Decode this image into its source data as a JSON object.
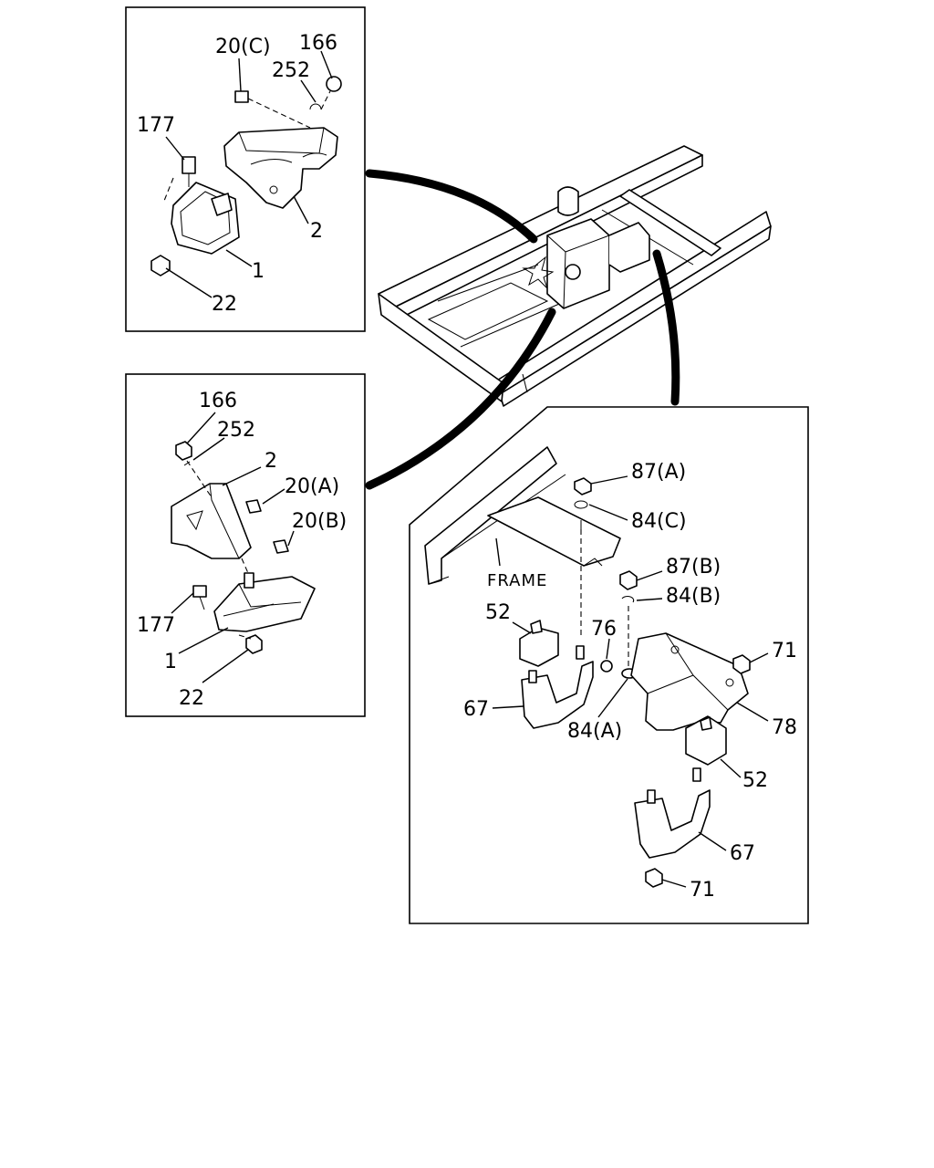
{
  "top_left_panel": {
    "labels": {
      "bolt_20c": "20(C)",
      "nut_166": "166",
      "washer_252": "252",
      "bolt_177": "177",
      "bracket_2": "2",
      "insulator_1": "1",
      "nut_22": "22"
    }
  },
  "bottom_left_panel": {
    "labels": {
      "nut_166": "166",
      "washer_252": "252",
      "bracket_2": "2",
      "bolt_20a": "20(A)",
      "bolt_20b": "20(B)",
      "bolt_177": "177",
      "insulator_1": "1",
      "nut_22": "22"
    }
  },
  "right_panel": {
    "labels": {
      "frame": "FRAME",
      "nut_87a": "87(A)",
      "washer_84c": "84(C)",
      "nut_87b": "87(B)",
      "washer_84b": "84(B)",
      "mount_52_left": "52",
      "nut_76": "76",
      "nut_71_top": "71",
      "bracket_67_left": "67",
      "washer_84a": "84(A)",
      "crossmember_78": "78",
      "mount_52_right": "52",
      "bracket_67_right": "67",
      "nut_71_bottom": "71"
    }
  }
}
